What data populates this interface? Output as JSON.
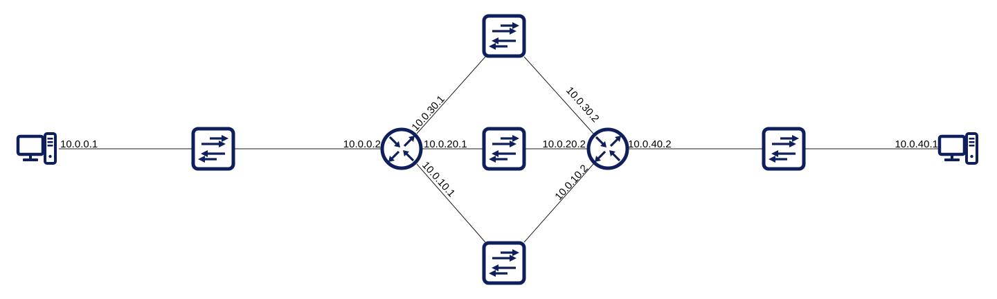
{
  "colors": {
    "icon": "#0f1f5c",
    "link": "#1a1a1a",
    "text": "#000000"
  },
  "nodes": {
    "pc_left": {
      "type": "computer-icon"
    },
    "switch_left": {
      "type": "switch-icon"
    },
    "router_left": {
      "type": "router-icon"
    },
    "switch_top": {
      "type": "switch-icon"
    },
    "switch_mid": {
      "type": "switch-icon"
    },
    "switch_bottom": {
      "type": "switch-icon"
    },
    "router_right": {
      "type": "router-icon"
    },
    "switch_right": {
      "type": "switch-icon"
    },
    "pc_right": {
      "type": "computer-icon"
    }
  },
  "labels": {
    "pc_left_ip": "10.0.0.1",
    "router_left_ip_west": "10.0.0.2",
    "router_left_ip_north": "10.0.30.1",
    "router_left_ip_east": "10.0.20.1",
    "router_left_ip_south": "10.0.10.1",
    "router_right_ip_north": "10.0.30.2",
    "router_right_ip_west": "10.0.20.2",
    "router_right_ip_south": "10.0.10.2",
    "router_right_ip_east": "10.0.40.2",
    "pc_right_ip": "10.0.40.1"
  }
}
